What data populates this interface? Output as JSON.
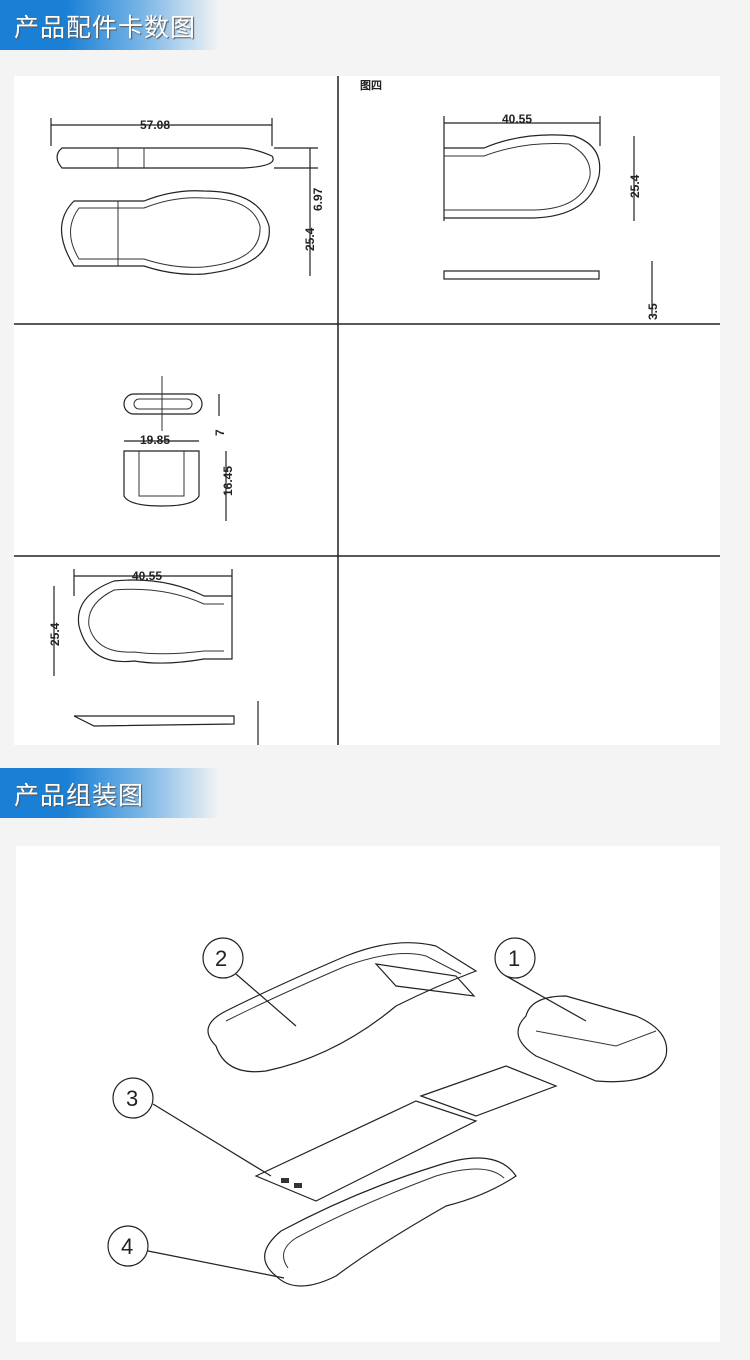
{
  "sections": [
    {
      "title": "产品配件卡数图"
    },
    {
      "title": "产品组装图"
    }
  ],
  "drawing": {
    "view_label": "图四",
    "dims": {
      "top_left_length": "57.08",
      "top_left_thick": "6.97",
      "top_left_width": "25.4",
      "top_right_length": "40.55",
      "top_right_width": "25.4",
      "top_right_thick": "3.5",
      "mid_left_height": "7",
      "mid_left_width": "19.85",
      "mid_left_depth": "16.45",
      "bottom_left_length": "40.55",
      "bottom_left_width": "25.4"
    }
  },
  "assembly": {
    "callouts": [
      "1",
      "2",
      "3",
      "4"
    ]
  }
}
